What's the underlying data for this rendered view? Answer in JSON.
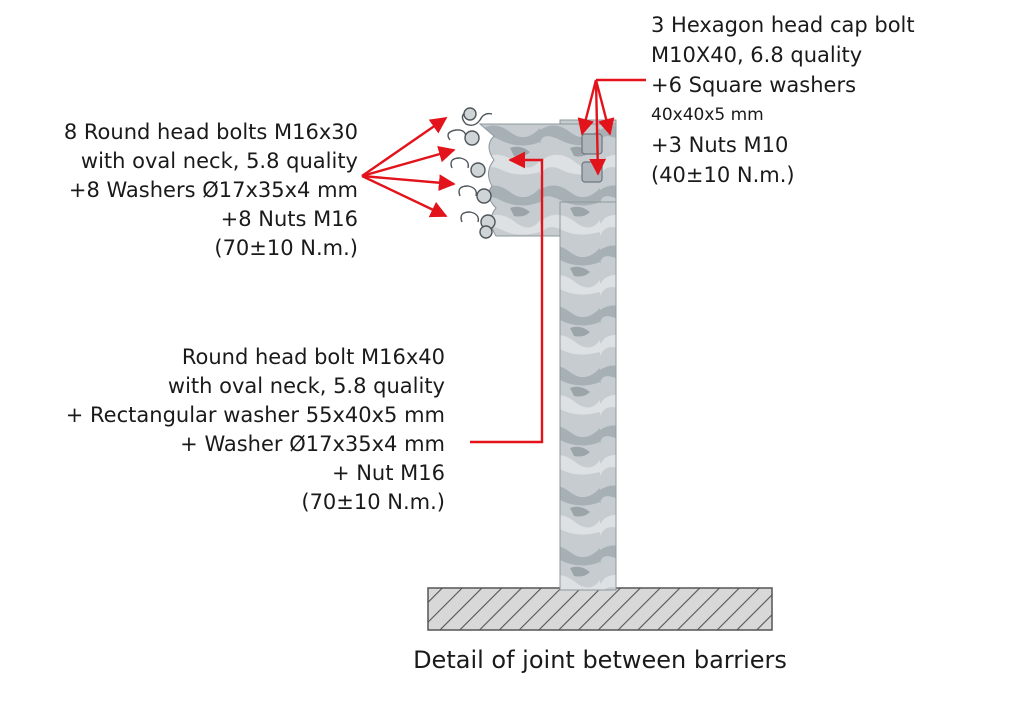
{
  "callouts": {
    "beam_bolts": {
      "lines": [
        "8 Round head bolts M16x30",
        "with oval neck, 5.8 quality",
        "+8 Washers Ø17x35x4 mm",
        "+8 Nuts M16",
        "(70±10 N.m.)"
      ]
    },
    "post_bolt": {
      "lines": [
        "Round head bolt M16x40",
        "with oval neck, 5.8 quality",
        "+ Rectangular washer 55x40x5 mm",
        "+ Washer Ø17x35x4 mm",
        "+ Nut M16",
        "(70±10 N.m.)"
      ]
    },
    "cap_bolt": {
      "lines": [
        "3 Hexagon head cap bolt",
        "M10X40, 6.8 quality",
        "+6 Square washers",
        "40x40x5 mm",
        "+3 Nuts M10",
        "(40±10 N.m.)"
      ]
    }
  },
  "caption": "Detail of joint between barriers",
  "colors": {
    "leader": "#e3131b",
    "steel_light": "#c9cfd3",
    "steel_dark": "#8d979d",
    "ground_hatch": "#555555",
    "ground_fill": "#d8d8d8"
  }
}
